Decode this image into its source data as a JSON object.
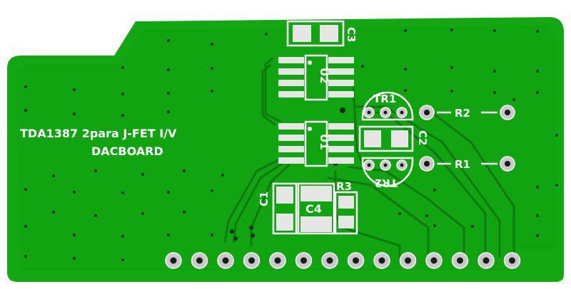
{
  "board": {
    "title_line1": "TDA1387 2para J-FET I/V",
    "title_line2": "DACBOARD",
    "colors": {
      "soldermask": "#13a813",
      "copper_pour": "#0c9a0c",
      "silkscreen": "#ffffff",
      "pad": "#e6e6e6"
    }
  },
  "components": {
    "c1": "C1",
    "c2": "C2",
    "c3": "C3",
    "c4": "C4",
    "r1": "R1",
    "r2": "R2",
    "r3": "R3",
    "u1": "U1",
    "u2": "U2",
    "tr1": "TR1",
    "tr2": "TR2"
  },
  "header": {
    "pin_count": 14
  }
}
